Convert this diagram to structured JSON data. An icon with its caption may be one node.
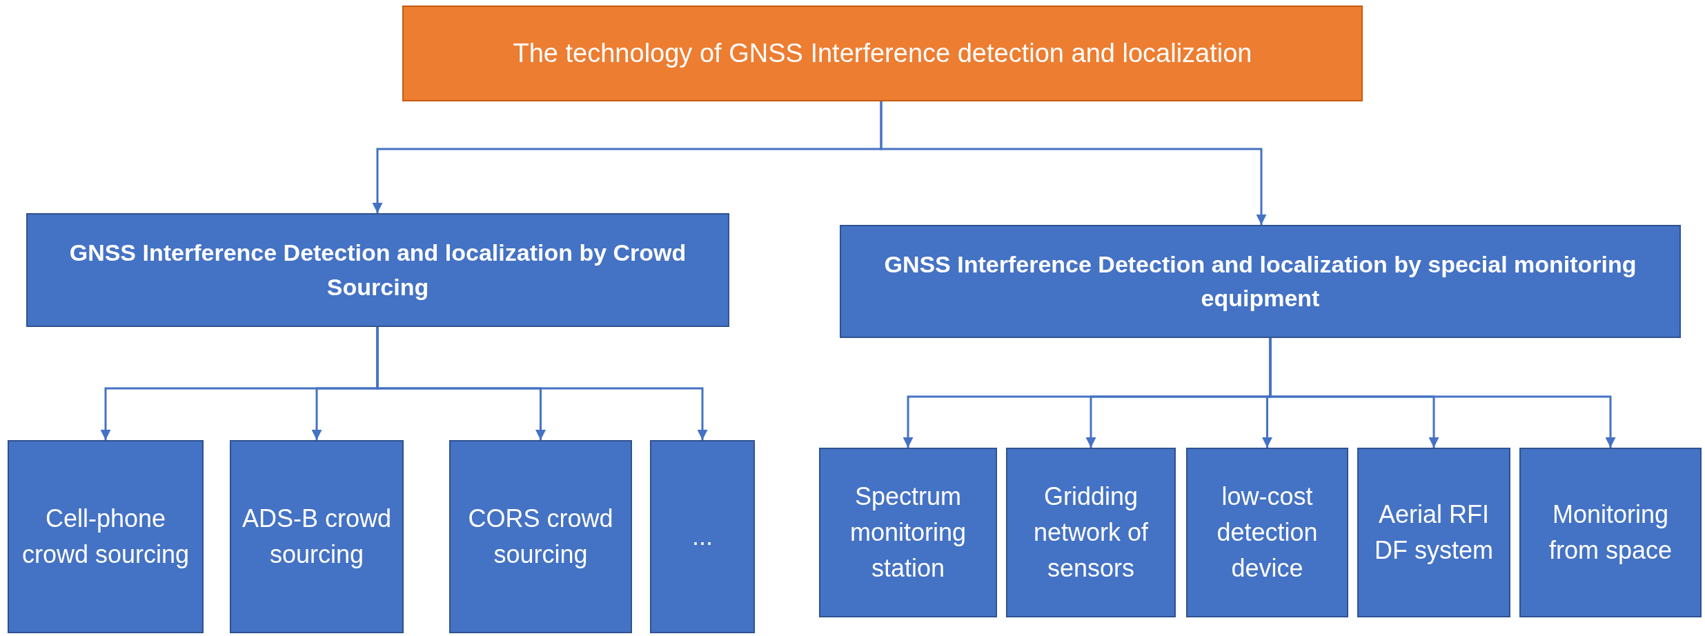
{
  "diagram": {
    "nodes": [
      {
        "text": [
          "The technology of GNSS Interference detection and localization"
        ]
      },
      {
        "text": [
          "GNSS Interference Detection and localization by Crowd Sourcing"
        ]
      },
      {
        "text": [
          "GNSS Interference Detection and localization by special monitoring equipment"
        ]
      },
      {
        "text": [
          "Cell-phone crowd sourcing"
        ]
      },
      {
        "text": [
          "ADS-B crowd sourcing"
        ]
      },
      {
        "text": [
          "CORS crowd sourcing"
        ]
      },
      {
        "text": [
          "..."
        ]
      },
      {
        "text": [
          "Spectrum monitoring station"
        ]
      },
      {
        "text": [
          "Gridding network of sensors"
        ]
      },
      {
        "text": [
          "low-cost detection device"
        ]
      },
      {
        "text": [
          "Aerial RFI DF system"
        ]
      },
      {
        "text": [
          "Monitoring from space"
        ]
      }
    ],
    "edges": [
      {
        "from": 0,
        "to": 1,
        "arrow": "to"
      },
      {
        "from": 0,
        "to": 2,
        "arrow": "to"
      },
      {
        "from": 1,
        "to": 3,
        "arrow": "to"
      },
      {
        "from": 1,
        "to": 4,
        "arrow": "to"
      },
      {
        "from": 1,
        "to": 5,
        "arrow": "to"
      },
      {
        "from": 1,
        "to": 6,
        "arrow": "to"
      },
      {
        "from": 2,
        "to": 7,
        "arrow": "to"
      },
      {
        "from": 2,
        "to": 8,
        "arrow": "to"
      },
      {
        "from": 2,
        "to": 9,
        "arrow": "to"
      },
      {
        "from": 2,
        "to": 10,
        "arrow": "to"
      },
      {
        "from": 2,
        "to": 11,
        "arrow": "to"
      }
    ]
  }
}
